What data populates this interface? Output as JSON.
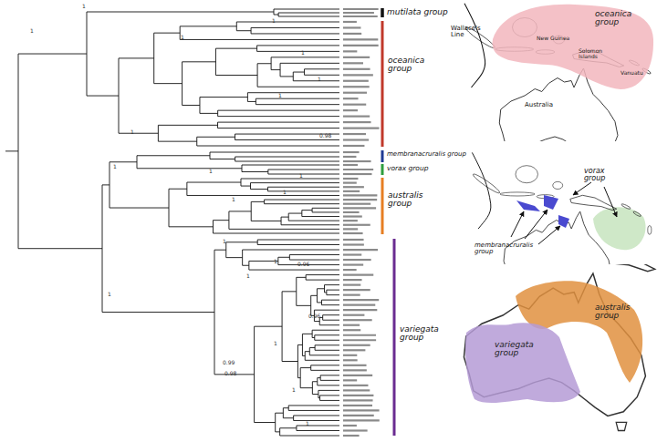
{
  "diagram": {
    "nodes": [
      {
        "text": [
          "oceanica group",
          "New Guinea",
          "Solomon Islands",
          "Vanuatu"
        ]
      },
      {
        "text": [
          "australis group"
        ]
      },
      {
        "text": [
          "variegata group"
        ]
      }
    ],
    "labels": [
      "mutilata group",
      "oceanica group",
      "membranacruralis group",
      "vorax group",
      "australis group",
      "variegata group",
      "Wallace's Line",
      "Australia",
      "vorax group",
      "membranacruralis group",
      "1",
      "1",
      "1",
      "1",
      "1",
      "1",
      "1",
      "0.98",
      "1",
      "1",
      "1",
      "1",
      "1",
      "1",
      "1",
      "1",
      "1",
      "0.96",
      "1",
      "0.96",
      "0.99",
      "0.98",
      "1",
      "1",
      "1"
    ]
  }
}
